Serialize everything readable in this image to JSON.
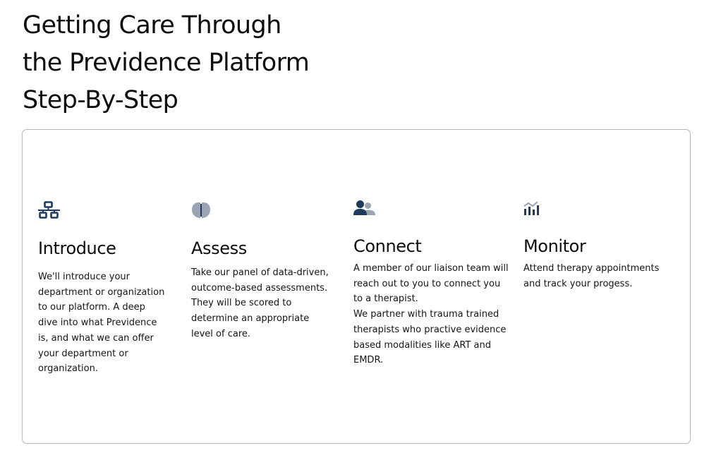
{
  "page": {
    "title_lines": [
      "Getting Care Through",
      "the Previdence Platform",
      "Step-By-Step"
    ]
  },
  "colors": {
    "icon_dark": "#1f3a5f",
    "icon_light": "#9aa4b2",
    "card_border": "#b9b9b9"
  },
  "steps": [
    {
      "icon": "network-icon",
      "title": "Introduce",
      "body": [
        "We'll introduce your department or organization to our platform. A deep dive into what Previdence is, and what we can offer your department or organization."
      ]
    },
    {
      "icon": "brain-icon",
      "title": "Assess",
      "body": [
        "Take our panel of data-driven, outcome-based assessments. They will be scored to determine an appropriate level of care."
      ]
    },
    {
      "icon": "users-icon",
      "title": "Connect",
      "body": [
        "A member of our liaison team will reach out to you to connect you to a therapist.",
        "We partner with trauma trained therapists who practive evidence based modalities like ART and EMDR."
      ]
    },
    {
      "icon": "chart-trend-icon",
      "title": "Monitor",
      "body": [
        "Attend therapy appointments and track your progess."
      ]
    }
  ]
}
